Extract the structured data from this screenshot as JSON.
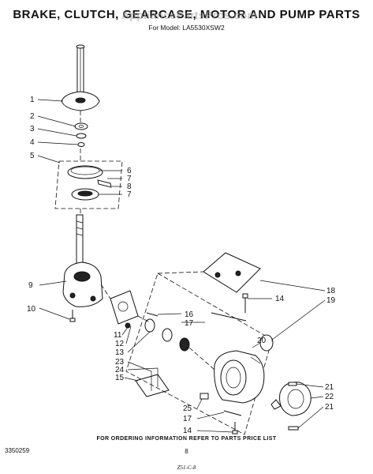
{
  "header": {
    "title": "BRAKE, CLUTCH, GEARCASE, MOTOR AND PUMP PARTS",
    "subtitle": "For Model: LA5530XSW2",
    "watermark": "AppliancePartsPros.com"
  },
  "callouts": [
    {
      "id": "c1",
      "label": "1"
    },
    {
      "id": "c2",
      "label": "2"
    },
    {
      "id": "c3",
      "label": "3"
    },
    {
      "id": "c4",
      "label": "4"
    },
    {
      "id": "c5",
      "label": "5"
    },
    {
      "id": "c6",
      "label": "6"
    },
    {
      "id": "c7a",
      "label": "7"
    },
    {
      "id": "c8",
      "label": "8"
    },
    {
      "id": "c7b",
      "label": "7"
    },
    {
      "id": "c9",
      "label": "9"
    },
    {
      "id": "c10",
      "label": "10"
    },
    {
      "id": "c11",
      "label": "11"
    },
    {
      "id": "c12",
      "label": "12"
    },
    {
      "id": "c13",
      "label": "13"
    },
    {
      "id": "c23",
      "label": "23"
    },
    {
      "id": "c24",
      "label": "24"
    },
    {
      "id": "c15",
      "label": "15"
    },
    {
      "id": "c16",
      "label": "16"
    },
    {
      "id": "c17a",
      "label": "17"
    },
    {
      "id": "c14a",
      "label": "14"
    },
    {
      "id": "c18",
      "label": "18"
    },
    {
      "id": "c19",
      "label": "19"
    },
    {
      "id": "c20",
      "label": "20"
    },
    {
      "id": "c21a",
      "label": "21"
    },
    {
      "id": "c22",
      "label": "22"
    },
    {
      "id": "c21b",
      "label": "21"
    },
    {
      "id": "c25",
      "label": "25"
    },
    {
      "id": "c17b",
      "label": "17"
    },
    {
      "id": "c14b",
      "label": "14"
    }
  ],
  "footer": {
    "note": "FOR ORDERING INFORMATION REFER TO PARTS PRICE LIST",
    "doc_number": "3350259",
    "page_number": "8",
    "bottom_mark": "Z51-C-8"
  }
}
